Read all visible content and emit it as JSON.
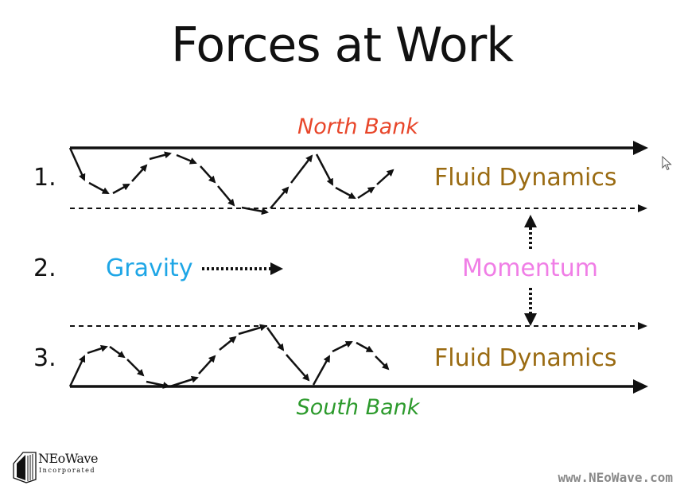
{
  "slide": {
    "title": "Forces at Work",
    "north_bank": "North Bank",
    "south_bank": "South Bank",
    "rows": [
      {
        "number": "1.",
        "label": "Fluid Dynamics"
      },
      {
        "number": "2.",
        "left_label": "Gravity",
        "right_label": "Momentum"
      },
      {
        "number": "3.",
        "label": "Fluid Dynamics"
      }
    ]
  },
  "footer": {
    "logo_name": "NEoWave",
    "logo_sub": "Incorporated",
    "website": "www.NEoWave.com"
  },
  "colors": {
    "north_bank": "#e8462a",
    "south_bank": "#2c9a2c",
    "fluid_dynamics": "#9a6b12",
    "gravity": "#1ea6e6",
    "momentum": "#f07ee6"
  },
  "icons": [
    "arrow-cursor-icon",
    "neowave-logo-icon"
  ]
}
